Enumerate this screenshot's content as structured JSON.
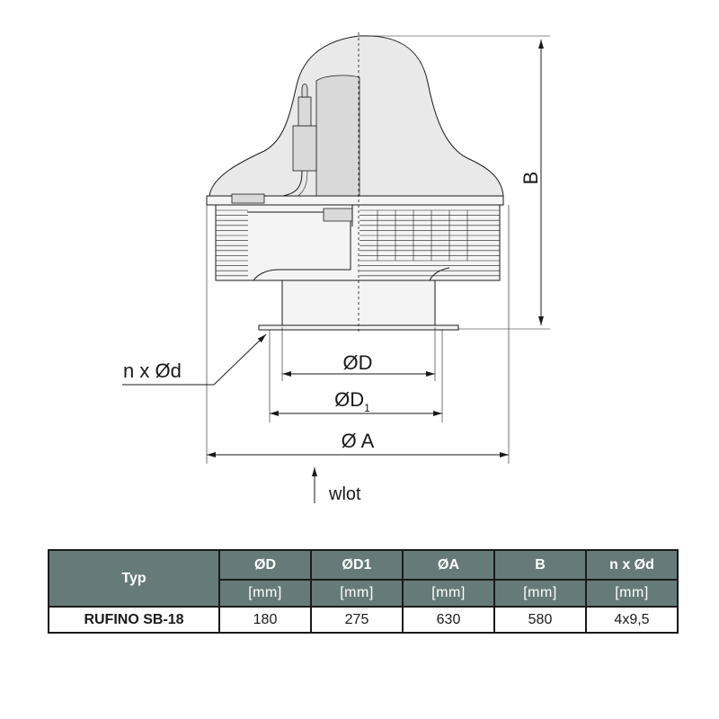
{
  "drawing": {
    "label_B": "B",
    "label_D": "ØD",
    "label_D1": "ØD",
    "label_D1_sub": "1",
    "label_A": "Ø A",
    "label_holes": "n x Ød",
    "label_inlet": "wlot"
  },
  "table": {
    "header_type": "Typ",
    "columns": [
      {
        "name": "ØD",
        "unit": "[mm]"
      },
      {
        "name": "ØD1",
        "unit": "[mm]"
      },
      {
        "name": "ØA",
        "unit": "[mm]"
      },
      {
        "name": "B",
        "unit": "[mm]"
      },
      {
        "name": "n x Ød",
        "unit": "[mm]"
      }
    ],
    "rows": [
      {
        "type": "RUFINO SB-18",
        "values": [
          "180",
          "275",
          "630",
          "580",
          "4x9,5"
        ]
      }
    ]
  },
  "colors": {
    "table_header": "#667b79",
    "line": "#1a1a1a",
    "hood_fill": "#e9e9e9"
  }
}
